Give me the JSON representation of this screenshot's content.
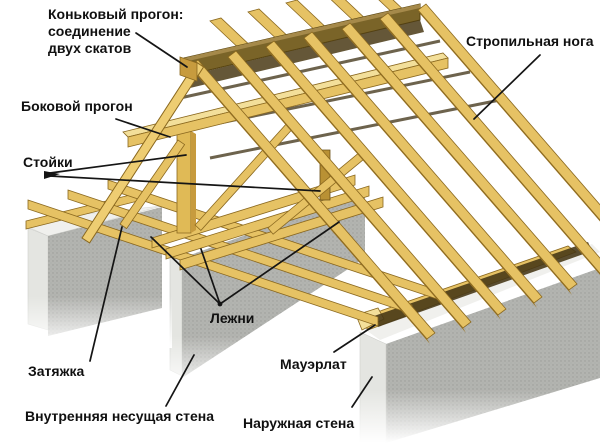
{
  "colors": {
    "background": "#ffffff",
    "wood_face": "#e6c264",
    "wood_light": "#f3df9a",
    "wood_dark": "#c79b3e",
    "wood_outline": "#8a681f",
    "ridge_board": "#7a6428",
    "deep_shadow": "#443614",
    "wall_gray": "#b3b4b0",
    "wall_light": "#e4e5e1",
    "wall_top": "#f0f0ed",
    "leader_line": "#151515",
    "label_text": "#101010"
  },
  "labels": {
    "ridge_purlin": {
      "lines": [
        "Коньковый прогон:",
        "соединение",
        "двух скатов"
      ]
    },
    "rafter_leg": {
      "text": "Стропильная нога"
    },
    "side_purlin": {
      "text": "Боковой прогон"
    },
    "posts": {
      "text": "Стойки"
    },
    "bed_beams": {
      "text": "Лежни"
    },
    "tie_beam": {
      "text": "Затяжка"
    },
    "mauerlat": {
      "text": "Мауэрлат"
    },
    "inner_bearing_wall": {
      "text": "Внутренняя несущая стена"
    },
    "outer_wall": {
      "text": "Наружная стена"
    }
  }
}
